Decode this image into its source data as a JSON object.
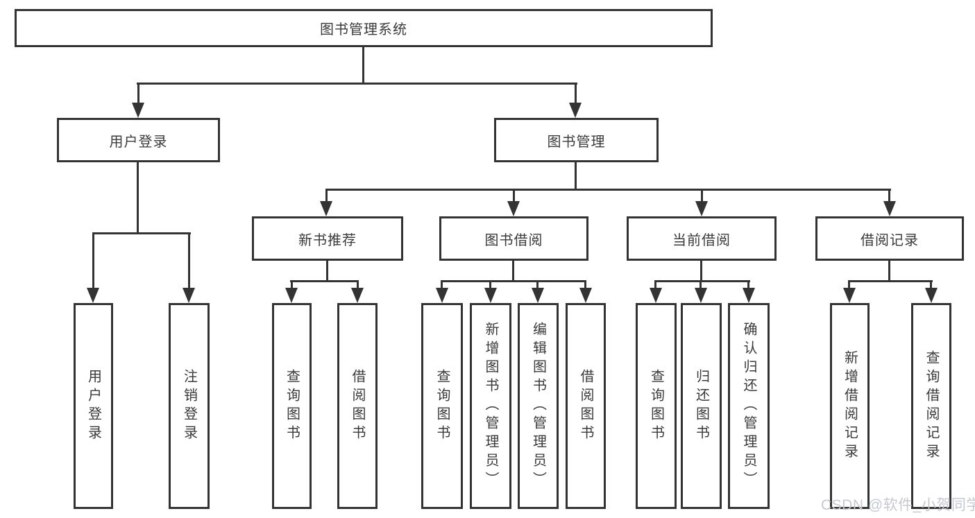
{
  "diagram": {
    "root": {
      "label": "图书管理系统"
    },
    "branches": [
      {
        "label": "用户登录",
        "children": [
          {
            "label": "用户登录"
          },
          {
            "label": "注销登录"
          }
        ]
      },
      {
        "label": "图书管理",
        "children": [
          {
            "label": "新书推荐",
            "children": [
              {
                "label": "查询图书"
              },
              {
                "label": "借阅图书"
              }
            ]
          },
          {
            "label": "图书借阅",
            "children": [
              {
                "label": "查询图书"
              },
              {
                "label": "新增图书（管理员）"
              },
              {
                "label": "编辑图书（管理员）"
              },
              {
                "label": "借阅图书"
              }
            ]
          },
          {
            "label": "当前借阅",
            "children": [
              {
                "label": "查询图书"
              },
              {
                "label": "归还图书"
              },
              {
                "label": "确认归还（管理员）"
              }
            ]
          },
          {
            "label": "借阅记录",
            "children": [
              {
                "label": "新增借阅记录"
              },
              {
                "label": "查询借阅记录"
              }
            ]
          }
        ]
      }
    ]
  },
  "watermark": {
    "text": "CSDN @软件_小贺同学"
  },
  "colors": {
    "line": "#333333",
    "text": "#3a3a3a",
    "box_background": "#ffffff",
    "watermark": "#c3c9d1",
    "background": "#ffffff"
  }
}
